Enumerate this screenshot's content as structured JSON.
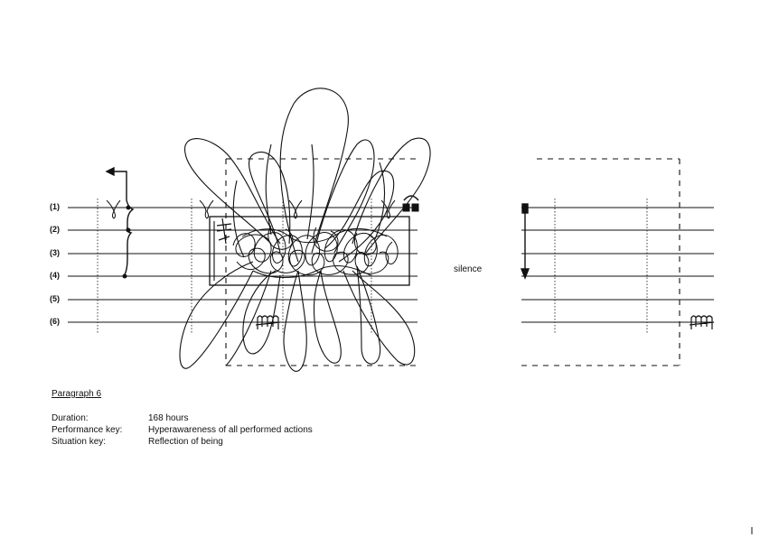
{
  "staff": {
    "lines": [
      "(1)",
      "(2)",
      "(3)",
      "(4)",
      "(5)",
      "(6)"
    ]
  },
  "silence_label": "silence",
  "paragraph": {
    "title": "Paragraph 6",
    "duration_label": "Duration:",
    "duration_value": "168 hours",
    "performance_label": "Performance key:",
    "performance_value": "Hyperawareness of all performed actions",
    "situation_label": "Situation key:",
    "situation_value": "Reflection of being"
  },
  "colors": {
    "ink": "#111111",
    "paper": "#ffffff"
  }
}
